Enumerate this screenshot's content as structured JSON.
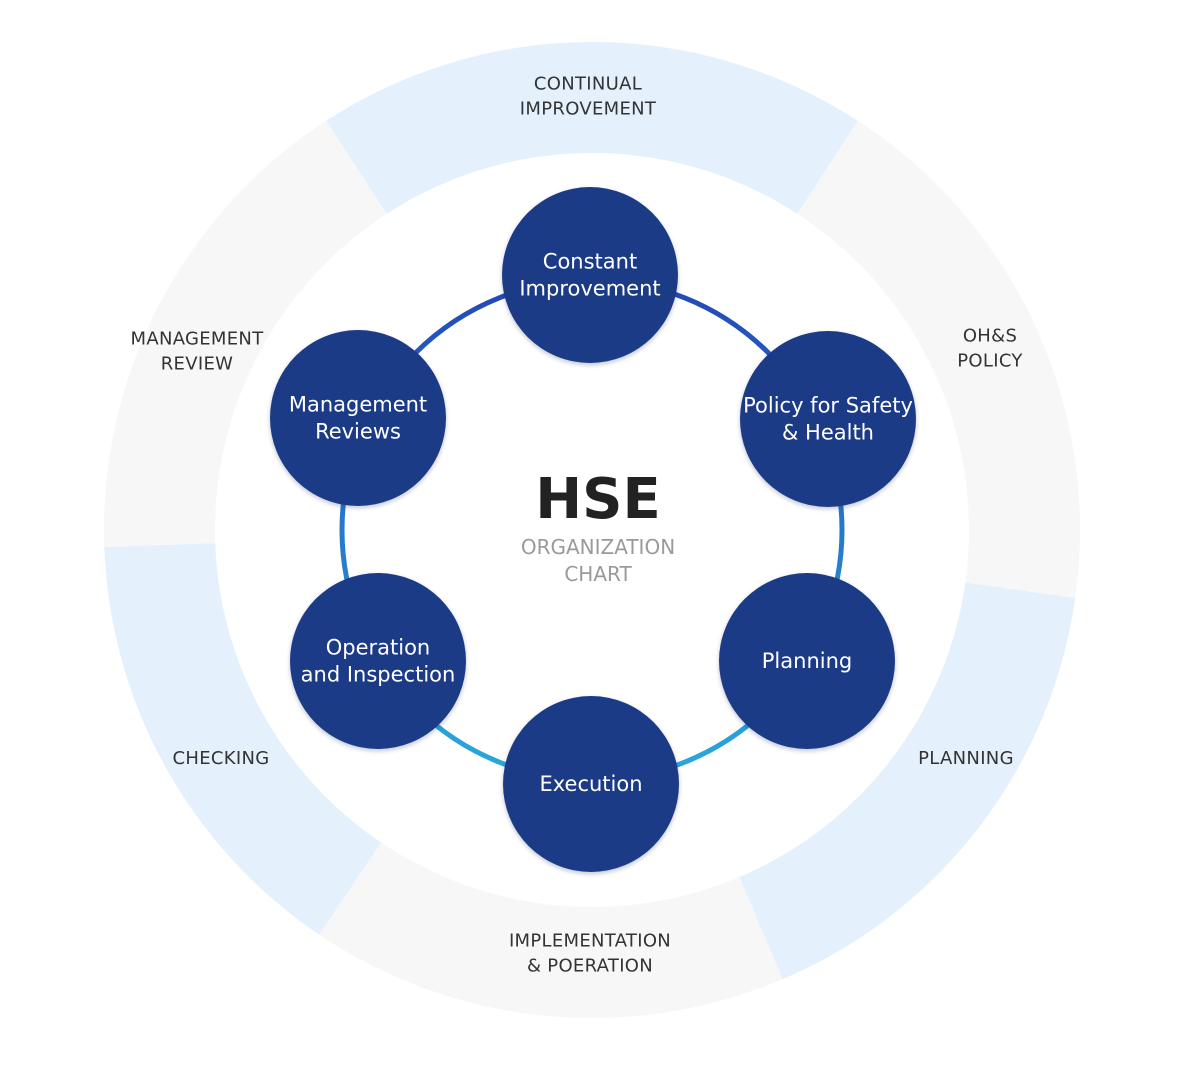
{
  "center": {
    "title": "HSE",
    "subtitle": [
      "ORGANIZATION",
      "CHART"
    ]
  },
  "outer_ring": {
    "segments": [
      {
        "id": "continual-improvement",
        "lines": [
          "CONTINUAL",
          "IMPROVEMENT"
        ],
        "tint": "blue"
      },
      {
        "id": "ohs-policy",
        "lines": [
          "OH&S",
          "POLICY"
        ],
        "tint": "gray"
      },
      {
        "id": "planning",
        "lines": [
          "PLANNING"
        ],
        "tint": "blue"
      },
      {
        "id": "implementation-operation",
        "lines": [
          "IMPLEMENTATION",
          "& POERATION"
        ],
        "tint": "gray"
      },
      {
        "id": "checking",
        "lines": [
          "CHECKING"
        ],
        "tint": "blue"
      },
      {
        "id": "management-review",
        "lines": [
          "MANAGEMENT",
          "REVIEW"
        ],
        "tint": "gray"
      }
    ]
  },
  "nodes": [
    {
      "id": "constant-improvement",
      "lines": [
        "Constant",
        "Improvement"
      ]
    },
    {
      "id": "policy-safety-health",
      "lines": [
        "Policy for Safety",
        "& Health"
      ]
    },
    {
      "id": "planning",
      "lines": [
        "Planning"
      ]
    },
    {
      "id": "execution",
      "lines": [
        "Execution"
      ]
    },
    {
      "id": "operation-inspection",
      "lines": [
        "Operation",
        "and Inspection"
      ]
    },
    {
      "id": "management-reviews",
      "lines": [
        "Management",
        "Reviews"
      ]
    }
  ],
  "colors": {
    "node_fill": "#1e3a87",
    "ring_blue": "#e4f1fd",
    "ring_gray": "#f7f7f7",
    "connector_start": "#2348b8",
    "connector_end": "#29a9dc",
    "ring_text": "#333333",
    "center_title": "#222222",
    "center_subtitle": "#9a9a9a"
  }
}
